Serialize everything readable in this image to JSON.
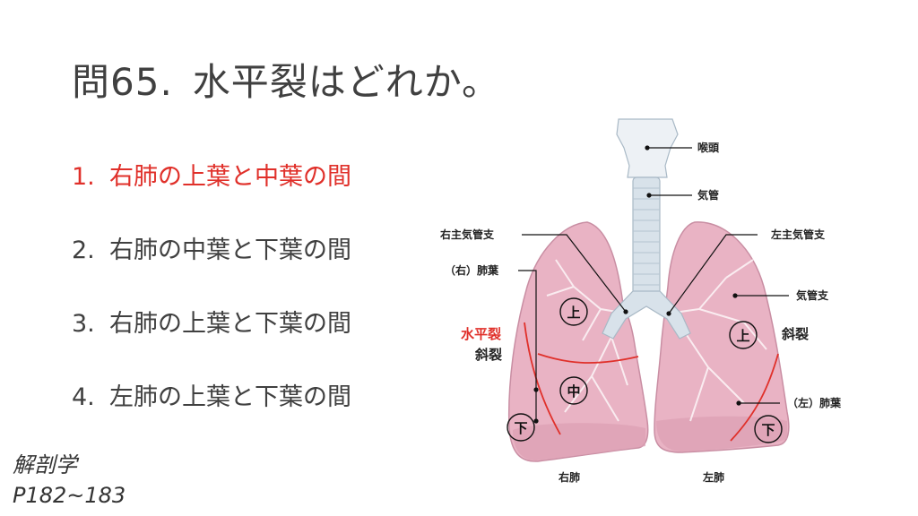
{
  "slide": {
    "title_number": "問65.",
    "title_text": "水平裂はどれか。",
    "options": [
      {
        "index": "1.",
        "text": "右肺の上葉と中葉の間",
        "correct": true
      },
      {
        "index": "2.",
        "text": "右肺の中葉と下葉の間",
        "correct": false
      },
      {
        "index": "3.",
        "text": "右肺の上葉と下葉の間",
        "correct": false
      },
      {
        "index": "4.",
        "text": "左肺の上葉と下葉の間",
        "correct": false
      }
    ],
    "source_line1": "解剖学",
    "source_line2": "P182~183",
    "colors": {
      "accent_red": "#e0302a",
      "text": "#404040",
      "lung": "#e9b3c4",
      "trachea": "#d8e2ea"
    }
  },
  "diagram": {
    "labels": {
      "larynx": "喉頭",
      "trachea": "気管",
      "right_main_bronchus": "右主気管支",
      "left_main_bronchus": "左主気管支",
      "right_lung_lobe_label": "（右）肺葉",
      "bronchi": "気管支",
      "horizontal_fissure": "水平裂",
      "oblique_fissure_right": "斜裂",
      "oblique_fissure_left": "斜裂",
      "left_lung_lobe_label": "（左）肺葉",
      "right_lung": "右肺",
      "left_lung": "左肺"
    },
    "lobes": {
      "right_upper": "上",
      "right_middle": "中",
      "right_lower": "下",
      "left_upper": "上",
      "left_lower": "下"
    }
  }
}
